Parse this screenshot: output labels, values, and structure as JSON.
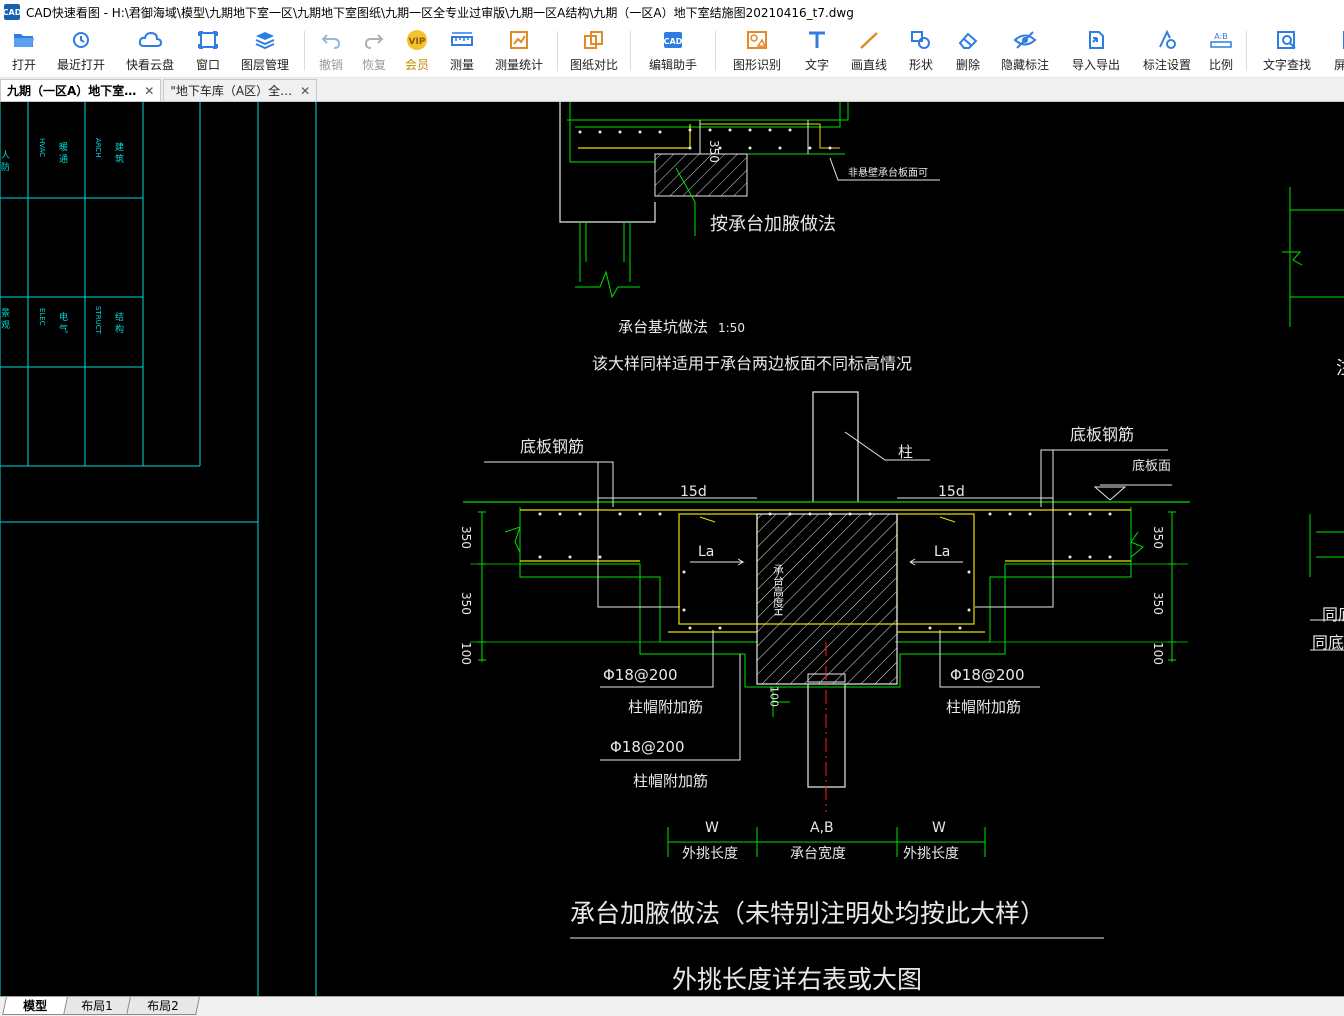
{
  "window": {
    "app_icon_text": "CAD",
    "title": "CAD快速看图 - H:\\君御海域\\模型\\九期地下室一区\\九期地下室图纸\\九期一区全专业过审版\\九期一区A结构\\九期（一区A）地下室结施图20210416_t7.dwg"
  },
  "toolbar": {
    "buttons": [
      {
        "label": "打开",
        "icon": "folder-open-icon"
      },
      {
        "label": "最近打开",
        "icon": "history-icon"
      },
      {
        "label": "快看云盘",
        "icon": "cloud-icon"
      },
      {
        "label": "窗口",
        "icon": "window-icon"
      },
      {
        "label": "图层管理",
        "icon": "layers-icon"
      },
      {
        "label": "撤销",
        "icon": "undo-icon"
      },
      {
        "label": "恢复",
        "icon": "redo-icon"
      },
      {
        "label": "会员",
        "icon": "vip-icon"
      },
      {
        "label": "测量",
        "icon": "ruler-icon"
      },
      {
        "label": "测量统计",
        "icon": "measure-stats-icon"
      },
      {
        "label": "图纸对比",
        "icon": "compare-icon"
      },
      {
        "label": "编辑助手",
        "icon": "edit-assistant-icon"
      },
      {
        "label": "图形识别",
        "icon": "shape-recognize-icon"
      },
      {
        "label": "文字",
        "icon": "text-icon"
      },
      {
        "label": "画直线",
        "icon": "line-icon"
      },
      {
        "label": "形状",
        "icon": "shape-icon"
      },
      {
        "label": "删除",
        "icon": "eraser-icon"
      },
      {
        "label": "隐藏标注",
        "icon": "eye-hide-icon"
      },
      {
        "label": "导入导出",
        "icon": "import-export-icon"
      },
      {
        "label": "标注设置",
        "icon": "annotation-settings-icon"
      },
      {
        "label": "比例",
        "icon": "scale-icon"
      },
      {
        "label": "文字查找",
        "icon": "text-search-icon"
      },
      {
        "label": "屏幕旋",
        "icon": "screen-rotate-icon"
      }
    ]
  },
  "doc_tabs": [
    {
      "label": "九期（一区A）地下室…",
      "close": "✕"
    },
    {
      "label": "\"地下车库（A区）全…",
      "close": "✕"
    }
  ],
  "drawing": {
    "left_table": {
      "col1_top": "人 防",
      "col2_top_en": "HVAC",
      "col2_top_cn": "暖 通",
      "col3_top_en": "ARCH",
      "col3_top_cn": "建 筑",
      "col1_mid": "景 观",
      "col2_mid_en": "ELEC",
      "col2_mid_cn": "电 气",
      "col3_mid_en": "STRUCT",
      "col3_mid_cn": "结 构"
    },
    "top_detail": {
      "dim_350": "350",
      "note_right": "非悬壁承台板面可",
      "haunch_note": "按承台加腋做法",
      "title": "承台基坑做法",
      "scale": "1:50",
      "subtitle": "该大样同样适用于承台两边板面不同标高情况"
    },
    "main_detail": {
      "column_label": "柱",
      "bottom_rebar_left": "底板钢筋",
      "bottom_rebar_right": "底板钢筋",
      "slab_bottom": "底板面",
      "anchor_left": "15d",
      "anchor_right": "15d",
      "la_left": "La",
      "la_right": "La",
      "cap_height": "承台高度H",
      "dim_350_a": "350",
      "dim_350_b": "350",
      "dim_100_l": "100",
      "dim_350_c": "350",
      "dim_350_d": "350",
      "dim_100_r": "100",
      "dim_100_mid": "100",
      "rebar_left_1": "Φ18@200",
      "rebar_left_1_name": "柱帽附加筋",
      "rebar_left_2": "Φ18@200",
      "rebar_left_2_name": "柱帽附加筋",
      "rebar_right_1": "Φ18@200",
      "rebar_right_1_name": "柱帽附加筋",
      "dim_w_left": "W",
      "dim_ab": "A,B",
      "dim_w_right": "W",
      "dim_w_left_name": "外挑长度",
      "dim_ab_name": "承台宽度",
      "dim_w_right_name": "外挑长度",
      "title": "承台加腋做法（未特别注明处均按此大样）",
      "subtitle": "外挑长度详右表或大图"
    },
    "right_edge": {
      "text_1": "同底",
      "text_2": "同底板",
      "text_3": "注"
    }
  },
  "layout_tabs": [
    "模型",
    "布局1",
    "布局2"
  ]
}
